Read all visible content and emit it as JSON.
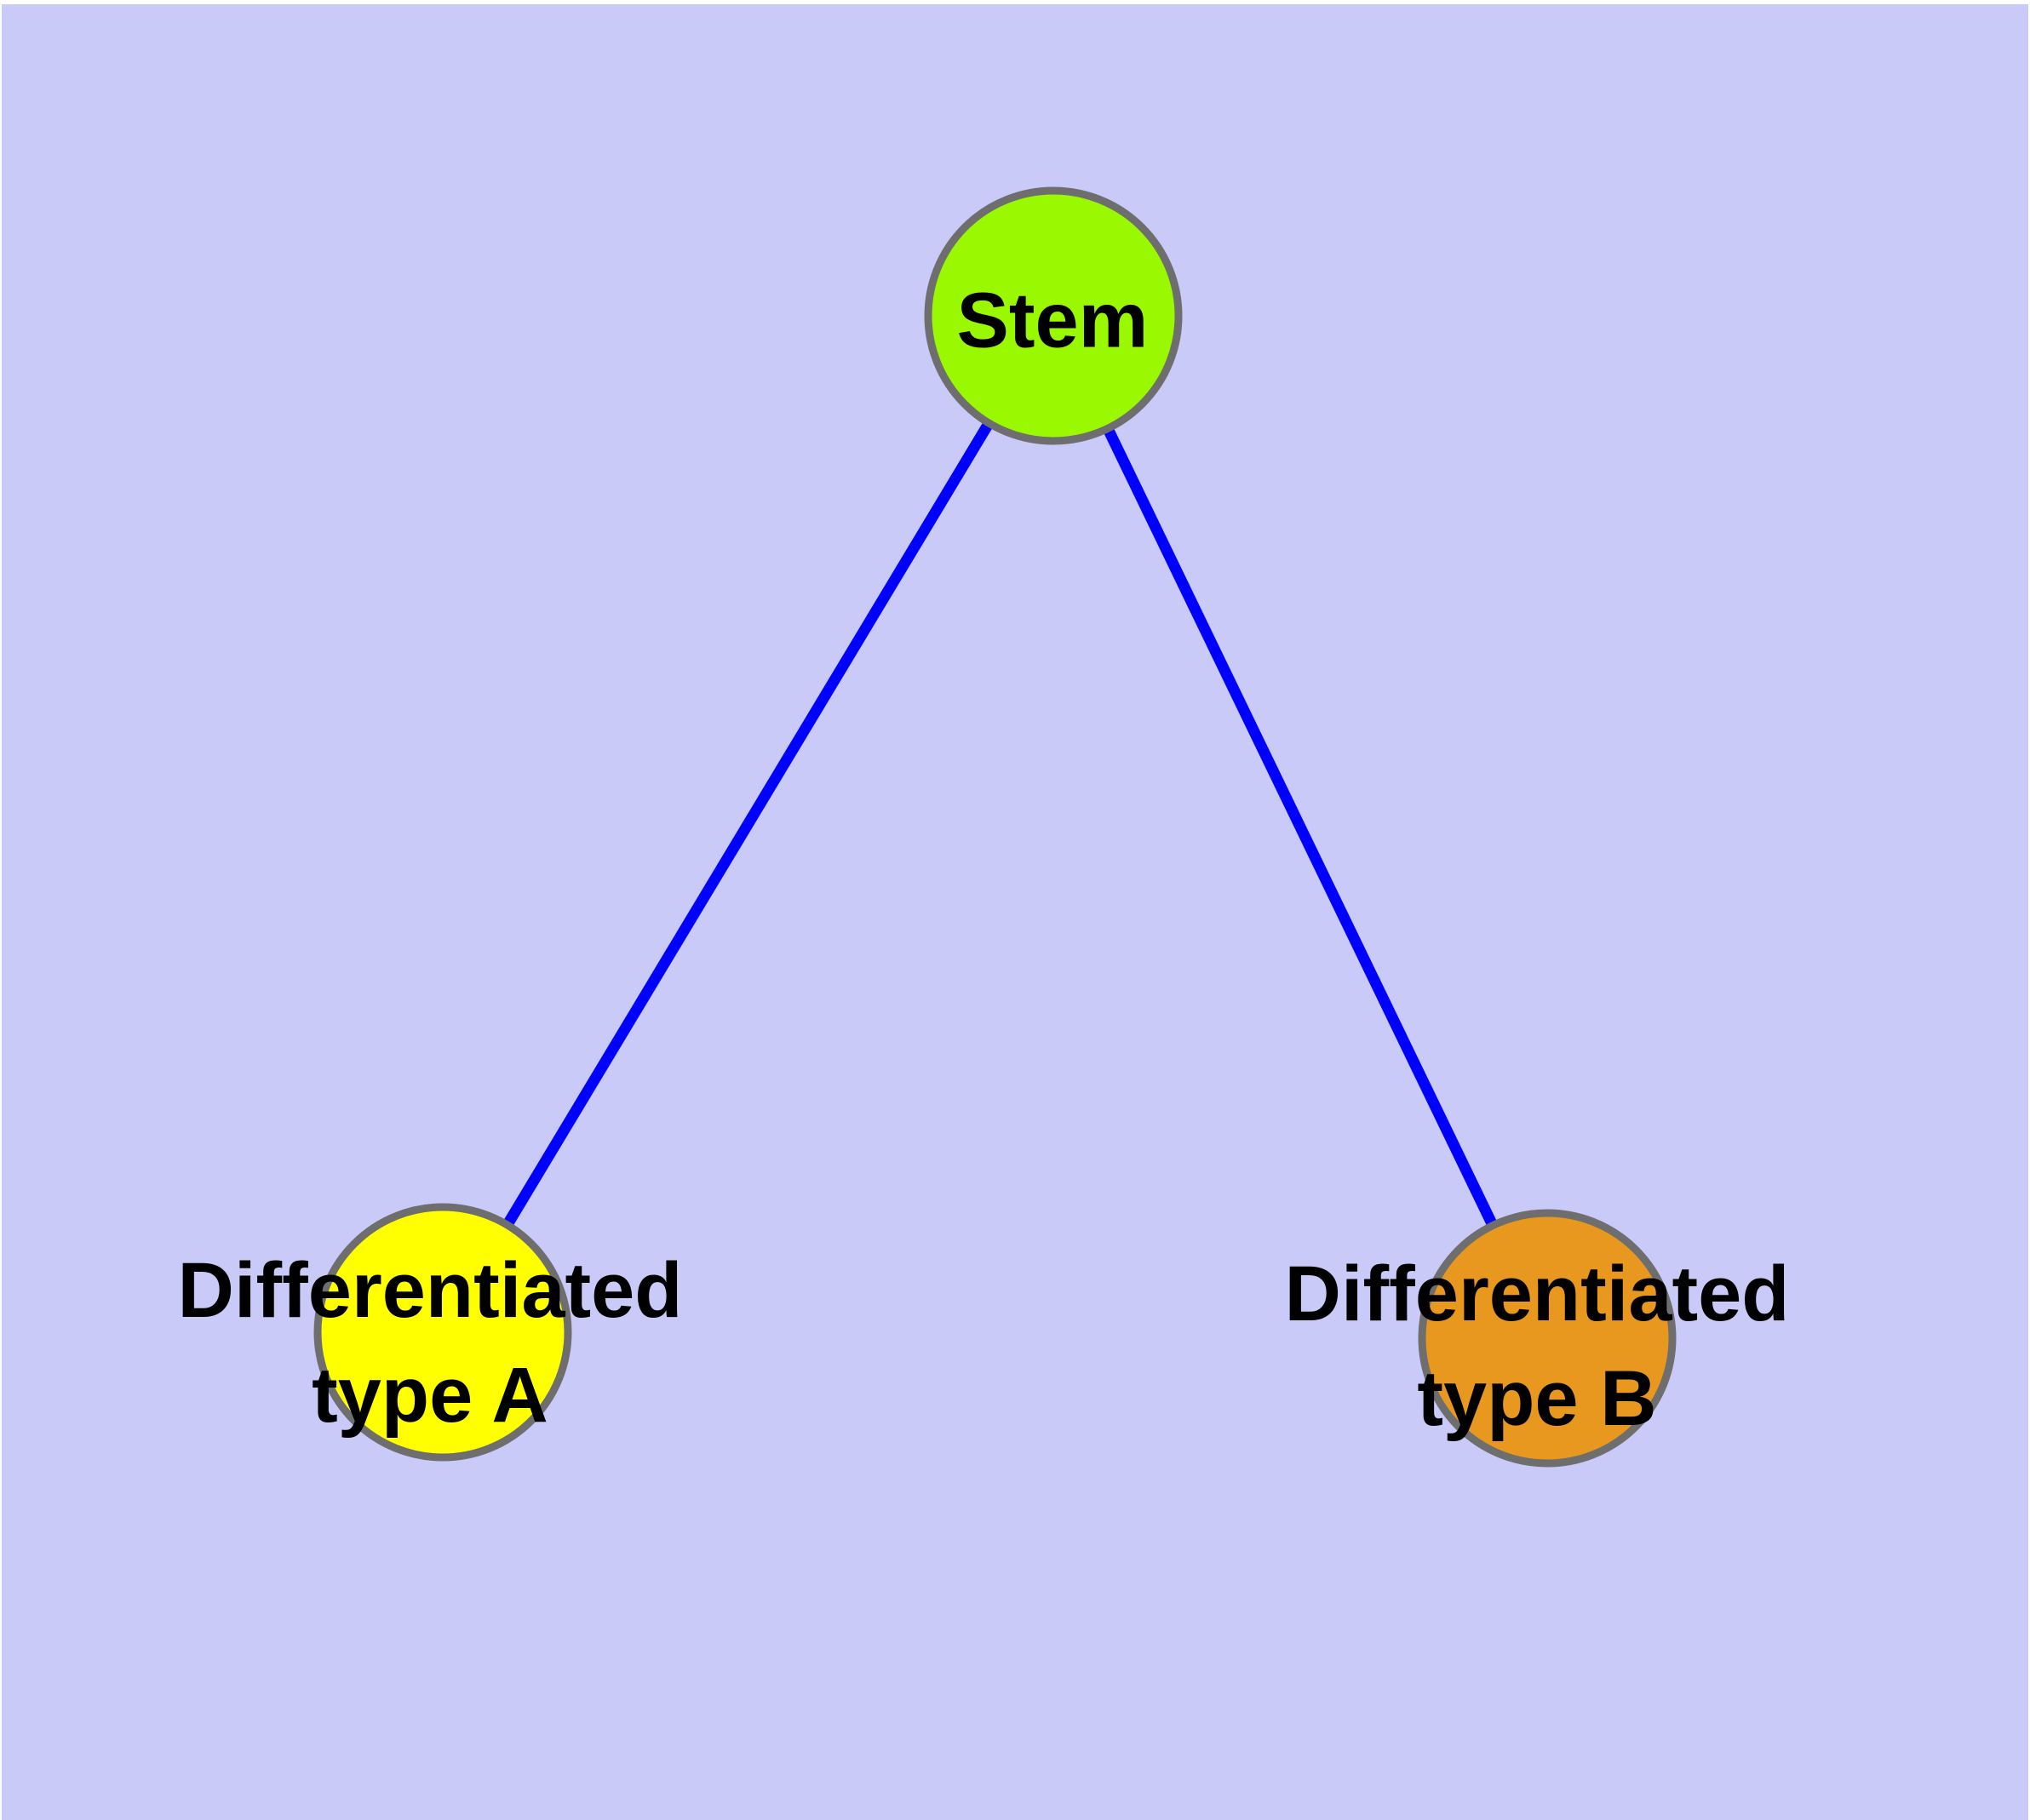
{
  "diagram": {
    "background_color": "#CACAF8",
    "frame_color": "#FFFFFF",
    "edge_color": "#0000FF",
    "node_border_color": "#6E6E6E",
    "text_color": "#000000",
    "nodes": [
      {
        "id": "stem",
        "label": "Stem",
        "lines": [
          "Stem"
        ],
        "fill_color": "#9AF800"
      },
      {
        "id": "differentiated-type-a",
        "label": "Differentiated type A",
        "lines": [
          "Differentiated",
          "type A"
        ],
        "fill_color": "#FFFF00"
      },
      {
        "id": "differentiated-type-b",
        "label": "Differentiated type B",
        "lines": [
          "Differentiated",
          "type B"
        ],
        "fill_color": "#E8981F"
      }
    ],
    "edges": [
      {
        "from": "Stem",
        "to": "Differentiated type A"
      },
      {
        "from": "Stem",
        "to": "Differentiated type B"
      }
    ]
  }
}
